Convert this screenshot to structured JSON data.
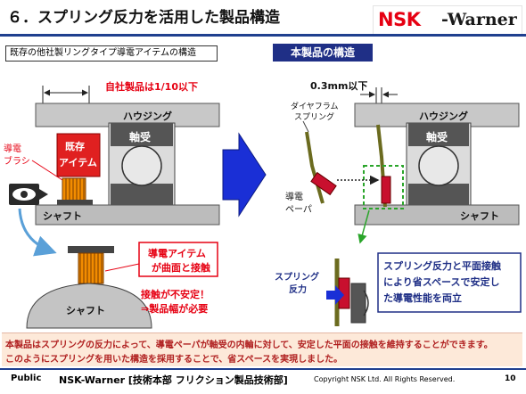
{
  "slide": {
    "title": "６．スプリング反力を活用した製品構造",
    "logo": {
      "nsk": "NSK",
      "warner": "-Warner"
    },
    "left_header": "既存の他社製リングタイプ導電アイテムの構造",
    "right_header": "本製品の構造"
  },
  "left_diagram": {
    "dimension_label": "自社製品は1/10以下",
    "housing": "ハウジング",
    "bearing": "軸受",
    "existing_item_line1": "既存",
    "existing_item_line2": "アイテム",
    "brush_line1": "導電",
    "brush_line2": "ブラシ",
    "shaft": "シャフト",
    "detail_shaft": "シャフト",
    "callout_line1": "導電アイテム",
    "callout_line2": "が曲面と接触",
    "unstable_line1": "接触が不安定！",
    "unstable_line2": "⇒製品幅が必要"
  },
  "right_diagram": {
    "dimension_label": "0.3mm以下",
    "diaphragm_line1": "ダイヤフラム",
    "diaphragm_line2": "スプリング",
    "housing": "ハウジング",
    "bearing": "軸受",
    "conductive_line1": "導電",
    "conductive_line2": "ペーパ",
    "shaft": "シャフト",
    "spring_force_line1": "スプリング",
    "spring_force_line2": "反力",
    "callout_line1": "スプリング反力と平面接触",
    "callout_line2": "により省スペースで安定し",
    "callout_line3": "た導電性能を両立"
  },
  "summary": {
    "line1": "本製品はスプリングの反力によって、導電ペーパが軸受の内輪に対して、安定した平面の接触を維持することができます。",
    "line2": "このようにスプリングを用いた構造を採用することで、省スペースを実現しました。"
  },
  "footer": {
    "classification": "Public",
    "company": "NSK-Warner [技術本部 フリクション製品技術部]",
    "copyright": "Copyright NSK Ltd. All Rights Reserved.",
    "page": "10"
  },
  "colors": {
    "accent_blue": "#1f3f8f",
    "header_navy": "#1f2f86",
    "logo_red": "#e60012",
    "warning_red": "#e60012",
    "callout_blue": "#1f2f86",
    "summary_bg": "#fde9d9",
    "diaphragm": "#6b6b1f",
    "existing_item": "#e02020",
    "brush": "#f28c00"
  }
}
